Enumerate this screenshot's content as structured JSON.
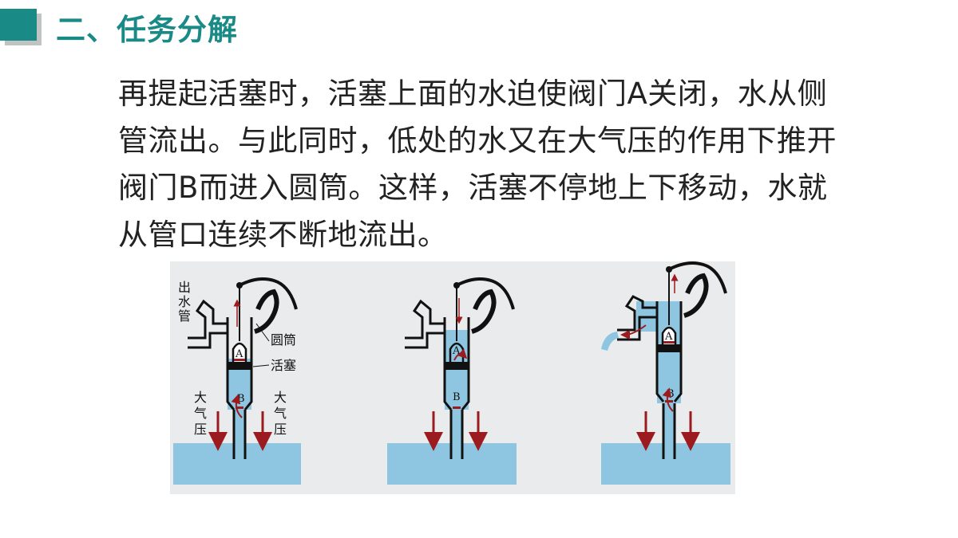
{
  "header": {
    "title": "二、任务分解"
  },
  "paragraph": {
    "lines": [
      "再提起活塞时，活塞上面的水迫使阀门A关闭，水从侧",
      "管流出。与此同时，低处的水又在大气压的作用下推开",
      "阀门B而进入圆筒。这样，活塞不停地上下移动，水就",
      "从管口连续不断地流出。"
    ]
  },
  "figure": {
    "labels": {
      "outlet_pipe": [
        "出",
        "水",
        "管"
      ],
      "cylinder": "圆筒",
      "piston": "活塞",
      "atm_left": [
        "大",
        "气",
        "压"
      ],
      "atm_right": [
        "大",
        "气",
        "压"
      ],
      "valve_a": "A",
      "valve_b": "B"
    },
    "colors": {
      "water": "#8ec6e2",
      "arrow": "#9b1b1f",
      "outline": "#111111",
      "panel": "#e9ebec"
    }
  }
}
